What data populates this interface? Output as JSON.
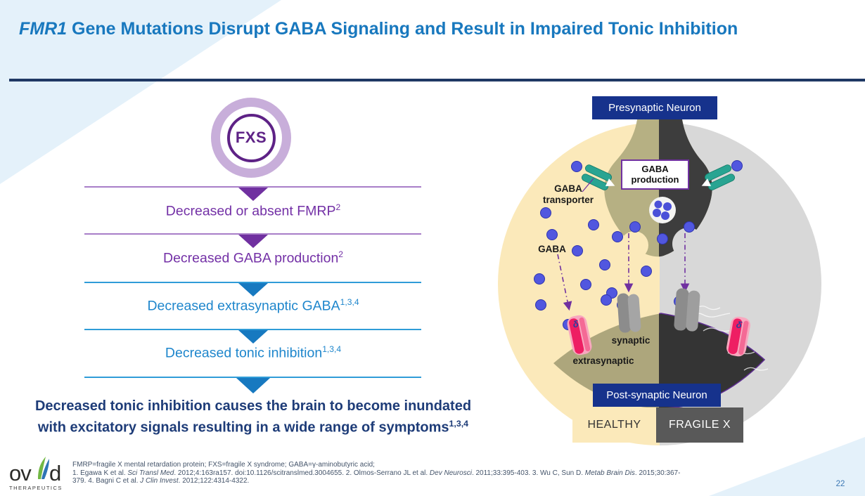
{
  "slide": {
    "title_segments": [
      {
        "t": "FMR1",
        "i": true
      },
      {
        "t": " Gene Mutations Disrupt GABA Signaling and Result in Impaired Tonic Inhibition",
        "i": false
      }
    ],
    "page_number": "22"
  },
  "flowchart": {
    "fxs_label": "FXS",
    "steps": [
      {
        "text": "Decreased or absent FMRP",
        "sup": "2"
      },
      {
        "text": "Decreased GABA production",
        "sup": "2"
      },
      {
        "text": "Decreased extrasynaptic GABA",
        "sup": "1,3,4"
      },
      {
        "text": "Decreased tonic inhibition",
        "sup": "1,3,4"
      }
    ],
    "conclusion": {
      "line1": "Decreased tonic inhibition causes the brain to become inundated",
      "line2": "with excitatory signals resulting in a wide range of symptoms",
      "sup": "1,3,4"
    }
  },
  "diagram": {
    "presynaptic_label": "Presynaptic Neuron",
    "postsynaptic_label": "Post-synaptic Neuron",
    "gaba_production_label": "GABA production",
    "gaba_transporter_label": "GABA transporter",
    "gaba_label": "GABA",
    "synaptic_label": "synaptic",
    "extrasynaptic_label": "extrasynaptic",
    "healthy_label": "HEALTHY",
    "fragile_x_label": "FRAGILE X",
    "delta_symbol": "δ"
  },
  "footer": {
    "logo_left": "ov",
    "logo_right": "d",
    "logo_subtext": "THERAPEUTICS",
    "lines": [
      [
        {
          "t": "FMRP=fragile X mental retardation protein; FXS=fragile X syndrome; GABA=γ-aminobutyric acid;"
        }
      ],
      [
        {
          "t": "1. Egawa K et al. "
        },
        {
          "t": "Sci Transl Med",
          "i": true
        },
        {
          "t": ". 2012;4:163ra157. doi:10.1126/scitranslmed.3004655. 2. Olmos-Serrano JL et al. "
        },
        {
          "t": "Dev Neurosci",
          "i": true
        },
        {
          "t": ". 2011;33:395-403. 3. Wu C, Sun D. "
        },
        {
          "t": "Metab Brain Dis",
          "i": true
        },
        {
          "t": ". 2015;30:367-"
        }
      ],
      [
        {
          "t": "379. 4. Bagni C et al. "
        },
        {
          "t": "J Clin Invest",
          "i": true
        },
        {
          "t": ". 2012;122:4314-4322."
        }
      ]
    ]
  },
  "colors": {
    "title_blue": "#1878BE",
    "divider_navy": "#1F3864",
    "flow_purple": "#7030A0",
    "flow_blue": "#1779C0",
    "conclusion_navy": "#1E3C78",
    "neuron_tag_navy": "#16328C",
    "healthy_yellow": "#FBE9BA",
    "fragile_gray": "#595959",
    "circle_gray": "#D8D8D8",
    "terminal_olive": "#B6B083",
    "terminal_dark": "#3D3D3D",
    "gaba_dot_blue": "#5157DF",
    "transporter_teal": "#29A492",
    "receptor_pink": "#EE1E63",
    "accent_light_blue": "#E4F1FA"
  }
}
